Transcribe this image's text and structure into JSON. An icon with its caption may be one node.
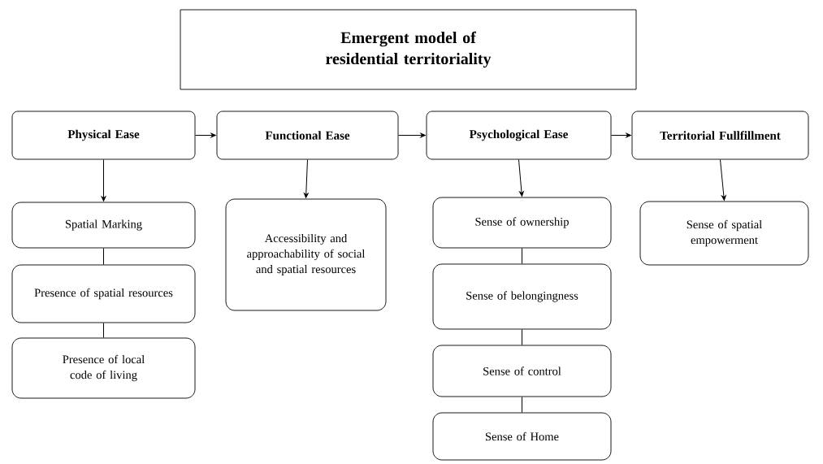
{
  "diagram": {
    "nodes": [
      {
        "text": [
          "Emergent model of residential territoriality"
        ]
      },
      {
        "text": [
          "Physical Ease"
        ]
      },
      {
        "text": [
          "Functional Ease"
        ]
      },
      {
        "text": [
          "Psychological Ease"
        ]
      },
      {
        "text": [
          "Territorial Fullfillment"
        ]
      },
      {
        "text": [
          "Spatial Marking"
        ]
      },
      {
        "text": [
          "Presence of spatial resources"
        ]
      },
      {
        "text": [
          "Presence of local code of living"
        ]
      },
      {
        "text": [
          "Accessibility and approachability of social and spatial resources"
        ]
      },
      {
        "text": [
          "Sense of ownership"
        ]
      },
      {
        "text": [
          "Sense of belongingness"
        ]
      },
      {
        "text": [
          "Sense of control"
        ]
      },
      {
        "text": [
          "Sense of Home"
        ]
      },
      {
        "text": [
          "Sense of spatial empowerment"
        ]
      }
    ],
    "edges": [
      {
        "from": 1,
        "to": 2,
        "arrow": "to"
      },
      {
        "from": 2,
        "to": 3,
        "arrow": "to"
      },
      {
        "from": 3,
        "to": 4,
        "arrow": "to"
      },
      {
        "from": 1,
        "to": 5,
        "arrow": "to"
      },
      {
        "from": 5,
        "to": 6,
        "arrow": "none"
      },
      {
        "from": 6,
        "to": 7,
        "arrow": "none"
      },
      {
        "from": 2,
        "to": 8,
        "arrow": "to"
      },
      {
        "from": 3,
        "to": 9,
        "arrow": "to"
      },
      {
        "from": 9,
        "to": 10,
        "arrow": "none"
      },
      {
        "from": 10,
        "to": 11,
        "arrow": "none"
      },
      {
        "from": 11,
        "to": 12,
        "arrow": "none"
      },
      {
        "from": 4,
        "to": 13,
        "arrow": "to"
      }
    ]
  }
}
